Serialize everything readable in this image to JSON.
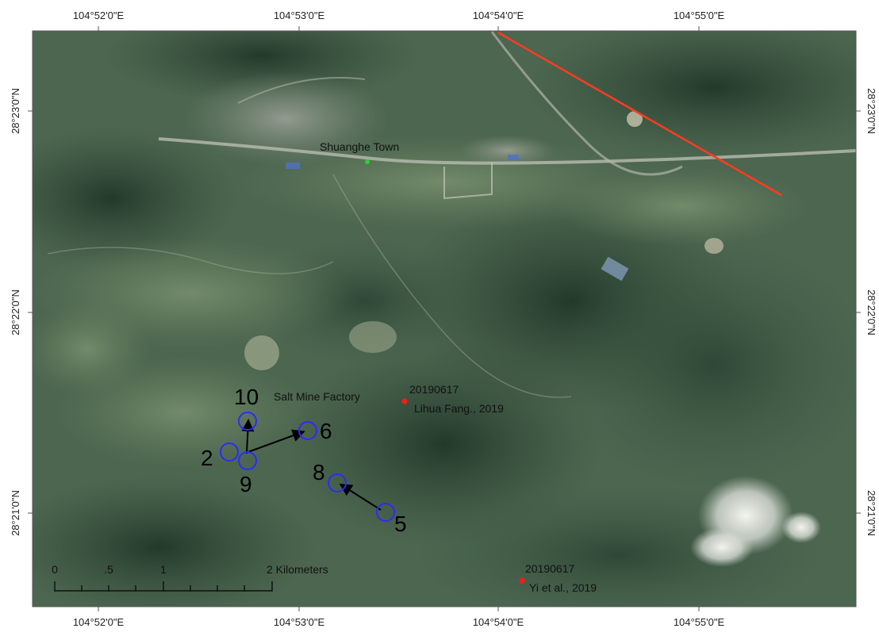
{
  "axes": {
    "top_ticks": [
      "104°52'0\"E",
      "104°53'0\"E",
      "104°54'0\"E",
      "104°55'0\"E"
    ],
    "bottom_ticks": [
      "104°52'0\"E",
      "104°53'0\"E",
      "104°54'0\"E",
      "104°55'0\"E"
    ],
    "left_ticks": [
      "28°23'0\"N",
      "28°22'0\"N",
      "28°21'0\"N"
    ],
    "right_ticks": [
      "28°23'0\"N",
      "28°22'0\"N",
      "28°21'0\"N"
    ]
  },
  "labels": {
    "town": "Shuanghe Town",
    "factory": "Salt Mine Factory",
    "event1_date": "20190617",
    "event1_source": "Lihua Fang., 2019",
    "event2_date": "20190617",
    "event2_source": "Yi et al., 2019"
  },
  "sites": [
    {
      "id": "10",
      "label": "10"
    },
    {
      "id": "6",
      "label": "6"
    },
    {
      "id": "2",
      "label": "2"
    },
    {
      "id": "9",
      "label": "9"
    },
    {
      "id": "8",
      "label": "8"
    },
    {
      "id": "5",
      "label": "5"
    }
  ],
  "scale_bar": {
    "ticks": [
      "0",
      ".5",
      "1",
      "2 Kilometers"
    ]
  },
  "colors": {
    "site_circle": "#2b2bff",
    "fault_line": "#ff3b1f",
    "event_point": "#ff1a1a",
    "town_point": "#33cc33"
  }
}
